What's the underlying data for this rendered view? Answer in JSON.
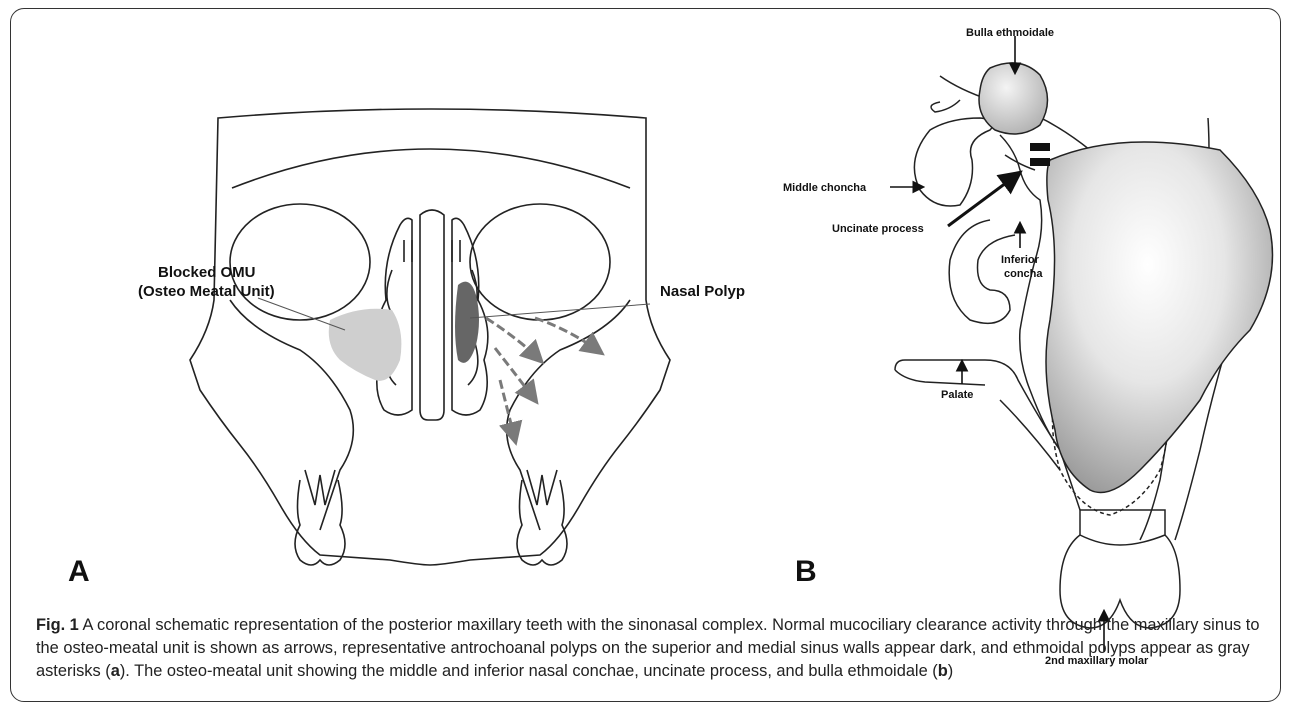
{
  "panel_a": {
    "panel_letter": "A",
    "label_blocked_omu_line1": "Blocked OMU",
    "label_blocked_omu_line2": "(Osteo Meatal Unit)",
    "label_nasal_polyp": "Nasal Polyp"
  },
  "panel_b": {
    "panel_letter": "B",
    "label_bulla": "Bulla ethmoidale",
    "label_middle_concha": "Middle choncha",
    "label_uncinate": "Uncinate process",
    "label_inferior_line1": "Inferior",
    "label_inferior_line2": "concha",
    "label_palate": "Palate",
    "label_molar": "2nd maxillary molar"
  },
  "caption": {
    "fig_label": "Fig. 1",
    "text_1": " A coronal schematic representation of the posterior maxillary teeth with the sinonasal complex. Normal mucociliary clearance activity through the maxillary sinus to the osteo-meatal unit is shown as arrows, representative antrochoanal polyps on the superior and medial sinus walls appear dark, and ethmoidal polyps appear as gray asterisks (",
    "ref_a": "a",
    "text_2": "). The osteo-meatal unit showing the middle and inferior nasal conchae, uncinate process, and bulla ethmoidale (",
    "ref_b": "b",
    "text_3": ")"
  },
  "colors": {
    "line": "#222222",
    "polyp_dark": "#666666",
    "omu_light": "#cfcfcf",
    "arrow_gray": "#7a7a7a",
    "sinus_shade": "#9a9a9a"
  }
}
